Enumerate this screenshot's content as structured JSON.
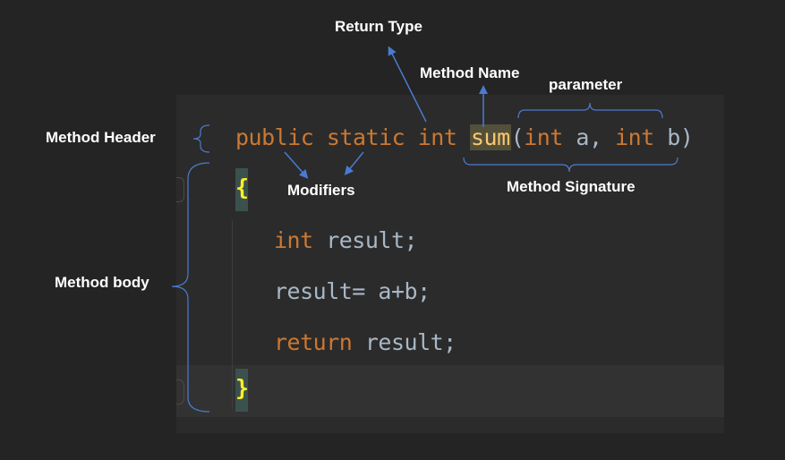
{
  "code": {
    "header": {
      "kw_public": "public",
      "kw_static": "static",
      "kw_int": "int",
      "method_name": "sum",
      "open_paren": "(",
      "param1_type": "int",
      "param1_name": " a, ",
      "param2_type": "int",
      "param2_name": " b)"
    },
    "open_brace": "{",
    "body_line1_kw": "int",
    "body_line1_rest": " result;",
    "body_line2": "result= a+b;",
    "body_line3_kw": "return",
    "body_line3_rest": " result;",
    "close_brace": "}"
  },
  "labels": {
    "return_type": "Return Type",
    "method_name": "Method Name",
    "parameter": "parameter",
    "method_header": "Method Header",
    "modifiers": "Modifiers",
    "method_signature": "Method Signature",
    "method_body": "Method body"
  },
  "colors": {
    "keyword": "#cc7832",
    "identifier": "#a9b7c6",
    "method_highlight": "#52503a",
    "brace": "#ffef28",
    "annotation": "#4a7bd0"
  }
}
